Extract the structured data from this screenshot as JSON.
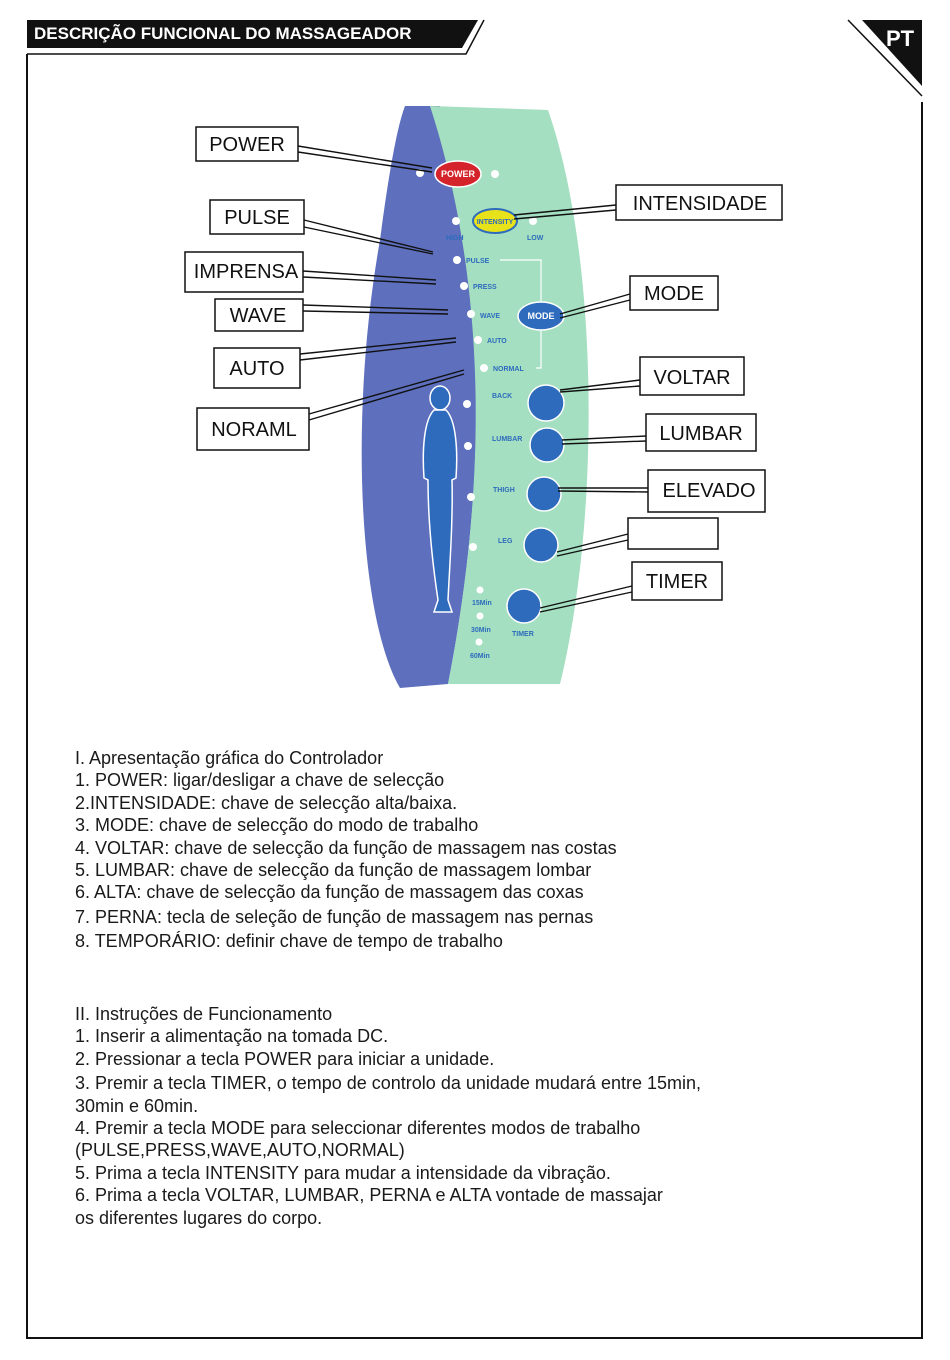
{
  "header": {
    "title": "DESCRIÇÃO FUNCIONAL DO MASSAGEADOR",
    "lang_tab": "PT"
  },
  "callouts": {
    "power": "POWER",
    "pulse": "PULSE",
    "imprensa": "IMPRENSA",
    "wave": "WAVE",
    "auto": "AUTO",
    "noraml": "NORAML",
    "intensidade": "INTENSIDADE",
    "mode": "MODE",
    "voltar": "VOLTAR",
    "lumbar": "LUMBAR",
    "elevado": "ELEVADO",
    "blank": "",
    "timer": "TIMER"
  },
  "controller": {
    "power_btn": "POWER",
    "intensity_btn": "INTENSITY",
    "high": "HIGH",
    "low": "LOW",
    "pulse": "PULSE",
    "press": "PRESS",
    "wave": "WAVE",
    "auto": "AUTO",
    "normal": "NORMAL",
    "mode_btn": "MODE",
    "back": "BACK",
    "lumbar": "LUMBAR",
    "thigh": "THIGH",
    "leg": "LEG",
    "min15": "15Min",
    "min30": "30Min",
    "min60": "60Min",
    "timer": "TIMER",
    "colors": {
      "blue_panel": "#5d6fbd",
      "green_panel": "#a3dfc0",
      "button_blue": "#2e6bbd",
      "power_red": "#d4232a",
      "intensity_yellow": "#e8e21a"
    }
  },
  "section1": {
    "title": "I. Apresentação gráfica do Controlador",
    "items": [
      "1. POWER: ligar/desligar a chave de selecção",
      "2.INTENSIDADE: chave de selecção alta/baixa.",
      "3. MODE: chave de selecção do modo de trabalho",
      "4. VOLTAR: chave de selecção da função de massagem nas costas",
      "5. LUMBAR: chave de selecção da função de massagem lombar",
      "6. ALTA: chave de selecção da função de massagem das coxas",
      "7. PERNA: tecla de seleção de função de massagem nas pernas",
      "8. TEMPORÁRIO: definir chave de tempo de trabalho"
    ]
  },
  "section2": {
    "title": "II. Instruções de Funcionamento",
    "items": [
      "1. Inserir a alimentação na tomada DC.",
      "2. Pressionar a tecla POWER para iniciar a unidade.",
      "3. Premir a tecla TIMER, o tempo de controlo da unidade mudará entre 15min,",
      "30min e 60min.",
      "4. Premir a tecla MODE para seleccionar diferentes modos de trabalho",
      "(PULSE,PRESS,WAVE,AUTO,NORMAL)",
      "5. Prima a tecla INTENSITY para mudar a intensidade da vibração.",
      "6. Prima a tecla VOLTAR, LUMBAR, PERNA e ALTA vontade de massajar",
      "os diferentes  lugares do corpo."
    ]
  }
}
